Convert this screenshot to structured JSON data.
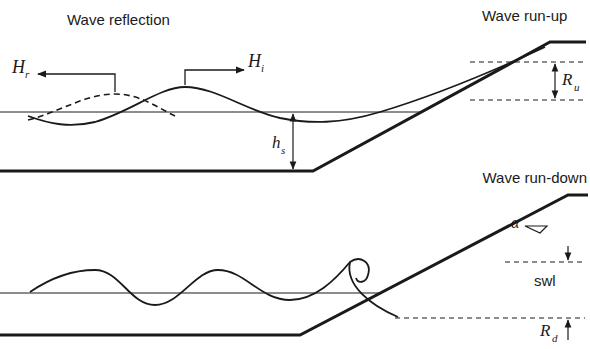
{
  "diagram": {
    "labels": [
      "Wave reflection",
      "H",
      "r",
      "H",
      "i",
      "Wave run-up",
      "R",
      "u",
      "h",
      "s",
      "Wave run-down",
      "α",
      "swl",
      "R",
      "d"
    ]
  }
}
